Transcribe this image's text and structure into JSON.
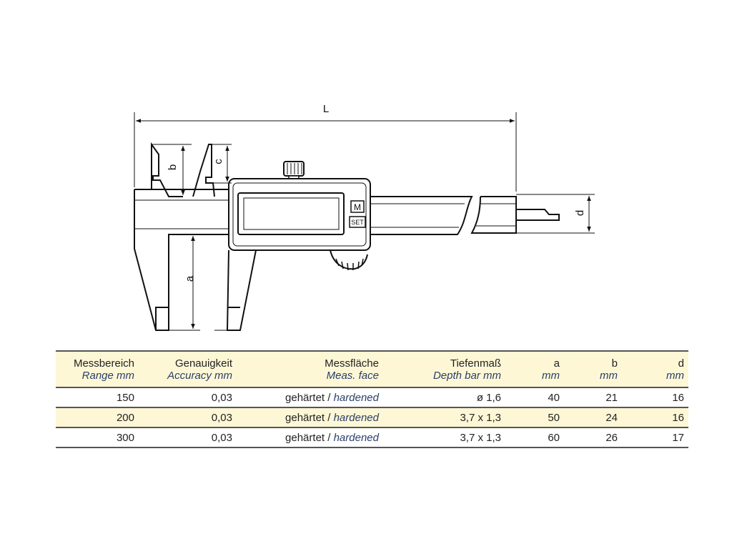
{
  "diagram": {
    "labels": {
      "L": "L",
      "a": "a",
      "b": "b",
      "c": "c",
      "d": "d"
    },
    "buttons": {
      "mode": "M",
      "set": "SET"
    }
  },
  "table": {
    "headers_de": [
      "Messbereich",
      "Genauigkeit",
      "Messfläche",
      "Tiefenmaß",
      "a",
      "b",
      "d"
    ],
    "headers_en": [
      "Range mm",
      "Accuracy mm",
      "Meas. face",
      "Depth bar mm",
      "mm",
      "mm",
      "mm"
    ],
    "rows": [
      {
        "range": "150",
        "accuracy": "0,03",
        "face_de": "gehärtet",
        "face_sep": "/",
        "face_en": "hardened",
        "depth": "ø 1,6",
        "a": "40",
        "b": "21",
        "d": "16"
      },
      {
        "range": "200",
        "accuracy": "0,03",
        "face_de": "gehärtet",
        "face_sep": "/",
        "face_en": "hardened",
        "depth": "3,7 x 1,3",
        "a": "50",
        "b": "24",
        "d": "16"
      },
      {
        "range": "300",
        "accuracy": "0,03",
        "face_de": "gehärtet",
        "face_sep": "/",
        "face_en": "hardened",
        "depth": "3,7 x 1,3",
        "a": "60",
        "b": "26",
        "d": "17"
      }
    ]
  },
  "colors": {
    "highlight_row": "#fdf7d6",
    "english_text": "#2a3f6a",
    "rule": "#555555"
  }
}
